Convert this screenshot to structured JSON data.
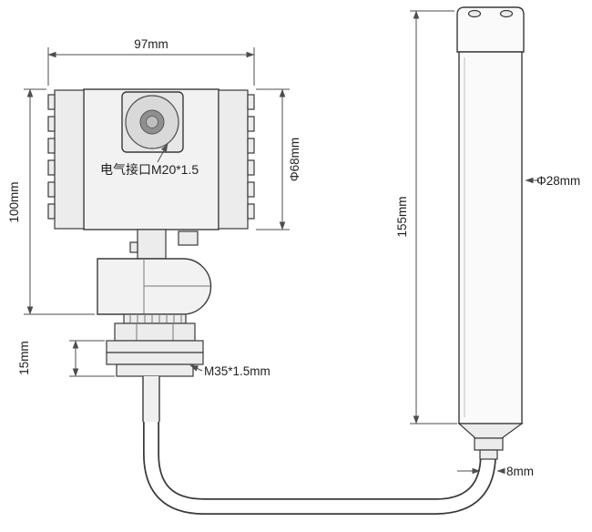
{
  "drawing": {
    "type": "technical-dimension-drawing",
    "subject": "pressure level transmitter with cable probe",
    "colors": {
      "background": "#ffffff",
      "part_line": "#3a3a3a",
      "dimension_line": "#4d4d4d",
      "fill_light": "#f2f2f2"
    },
    "dimensions": {
      "body_width": "97mm",
      "body_height": "100mm",
      "flange_thickness": "15mm",
      "housing_diameter": "Φ68mm",
      "probe_length": "155mm",
      "probe_diameter": "Φ28mm",
      "cable_diameter": "8mm"
    },
    "annotations": {
      "electrical_interface": "电气接口M20*1.5",
      "thread_spec": "M35*1.5mm"
    }
  }
}
